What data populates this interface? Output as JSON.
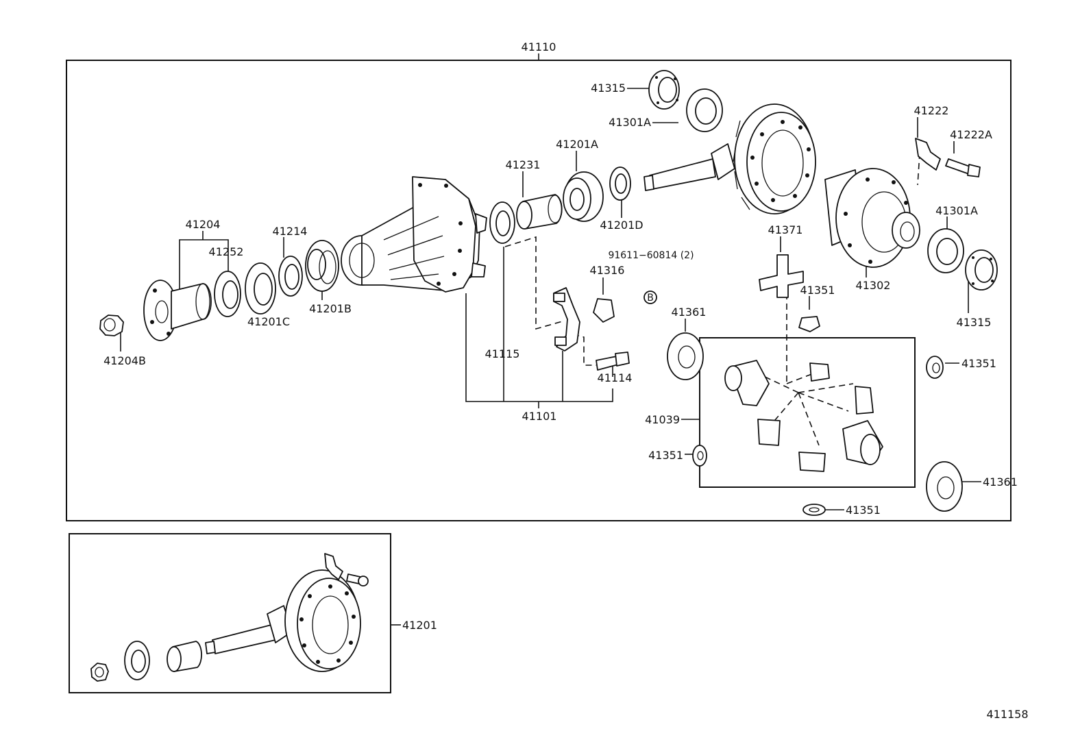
{
  "labels": {
    "assembly_41110": "41110",
    "p41315_top": "41315",
    "p41301A_top": "41301A",
    "p41201A": "41201A",
    "p41231": "41231",
    "p41201D": "41201D",
    "p41222": "41222",
    "p41222A": "41222A",
    "p41204": "41204",
    "p41252": "41252",
    "p41214": "41214",
    "p41201C": "41201C",
    "p41201B": "41201B",
    "p41204B": "41204B",
    "p91611": "91611−60814 (2)",
    "p41316": "41316",
    "p41371": "41371",
    "p41301A_right": "41301A",
    "p41302": "41302",
    "p41351_a": "41351",
    "p41315_right": "41315",
    "p41361_left": "41361",
    "p41115": "41115",
    "p41114": "41114",
    "p41101": "41101",
    "p41039": "41039",
    "p41351_right": "41351",
    "p41351_left": "41351",
    "p41361_right": "41361",
    "p41351_bottom": "41351",
    "p41201": "41201",
    "diagram_code": "411158",
    "bolt_marker": "B"
  }
}
